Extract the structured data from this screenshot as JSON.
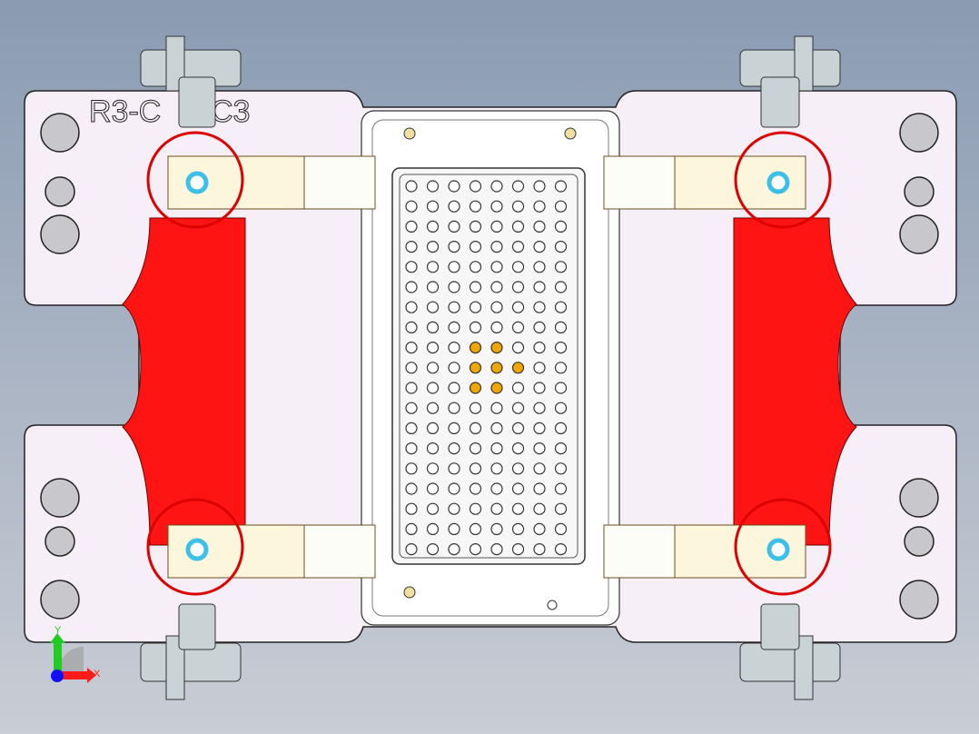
{
  "part_label": {
    "left": "R3-C",
    "right": "C3"
  },
  "triad": {
    "x_label": "X",
    "y_label": "Y",
    "x_color": "#ff1a1a",
    "y_color": "#22cc22",
    "z_color": "#1010ff"
  },
  "colors": {
    "plate": "#f7eff7",
    "clamp_red": "#ff1414",
    "arm": "#fbf6dc",
    "pin_ring": "#3cc0e8",
    "highlight_hole": "#f0a800"
  },
  "contact_grid": {
    "rows": 19,
    "cols": 8,
    "highlighted": [
      [
        8,
        3
      ],
      [
        8,
        4
      ],
      [
        9,
        3
      ],
      [
        9,
        4
      ],
      [
        9,
        5
      ],
      [
        10,
        3
      ],
      [
        10,
        4
      ]
    ]
  }
}
